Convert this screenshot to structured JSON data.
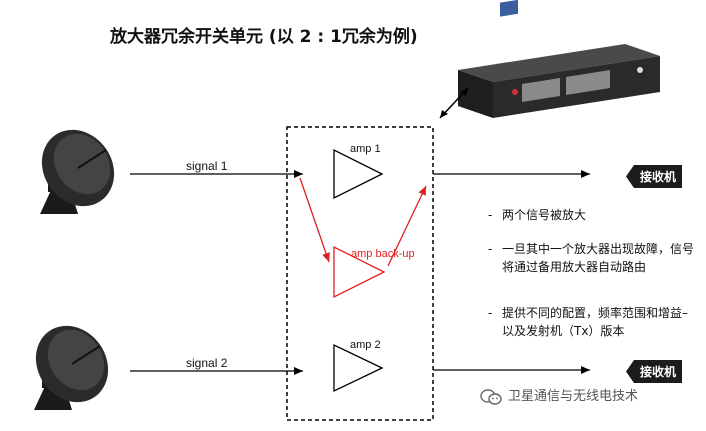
{
  "title": "放大器冗余开关单元 (以 2 : 1冗余为例)",
  "signals": [
    "signal 1",
    "signal 2"
  ],
  "amps": {
    "amp1": "amp 1",
    "amp2": "amp 2",
    "backup": "amp back-up"
  },
  "receivers": [
    "接收机",
    "接收机"
  ],
  "bullets": [
    "两个信号被放大",
    "一旦其中一个放大器出现故障，信号将通过备用放大器自动路由",
    "提供不同的配置，频率范围和增益–以及发射机（Tx）版本"
  ],
  "bullet_marker": "-",
  "watermark": "卫星通信与无线电技术",
  "colors": {
    "line": "#000000",
    "backup": "#e02020",
    "receiver_bg": "#1c1c1c",
    "device_body": "#2a2a2a",
    "device_panel": "#3a5f9c"
  },
  "icons": [
    "satellite-dish-icon",
    "rack-unit-device",
    "wechat-watermark-icon"
  ]
}
